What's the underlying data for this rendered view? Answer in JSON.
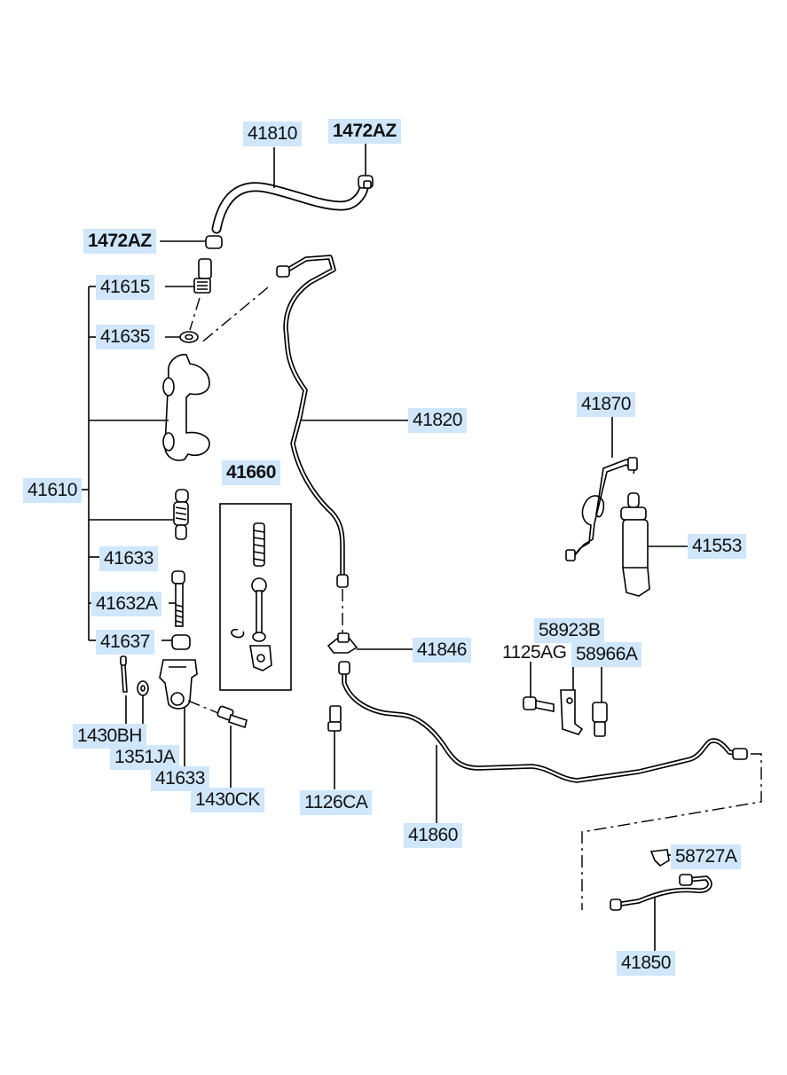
{
  "labels": {
    "p41810": "41810",
    "p1472az_top": "1472AZ",
    "p1472az_left": "1472AZ",
    "p41615": "41615",
    "p41635": "41635",
    "p41820": "41820",
    "p41870": "41870",
    "p41660": "41660",
    "p41610": "41610",
    "p41553": "41553",
    "p41633_upper": "41633",
    "p41632a": "41632A",
    "p41637": "41637",
    "p41846": "41846",
    "p58923b": "58923B",
    "p1125ag": "1125AG",
    "p58966a": "58966A",
    "p1430bh": "1430BH",
    "p1351ja": "1351JA",
    "p41633_lower": "41633",
    "p1430ck": "1430CK",
    "p1126ca": "1126CA",
    "p41860": "41860",
    "p58727a": "58727A",
    "p41850": "41850"
  }
}
